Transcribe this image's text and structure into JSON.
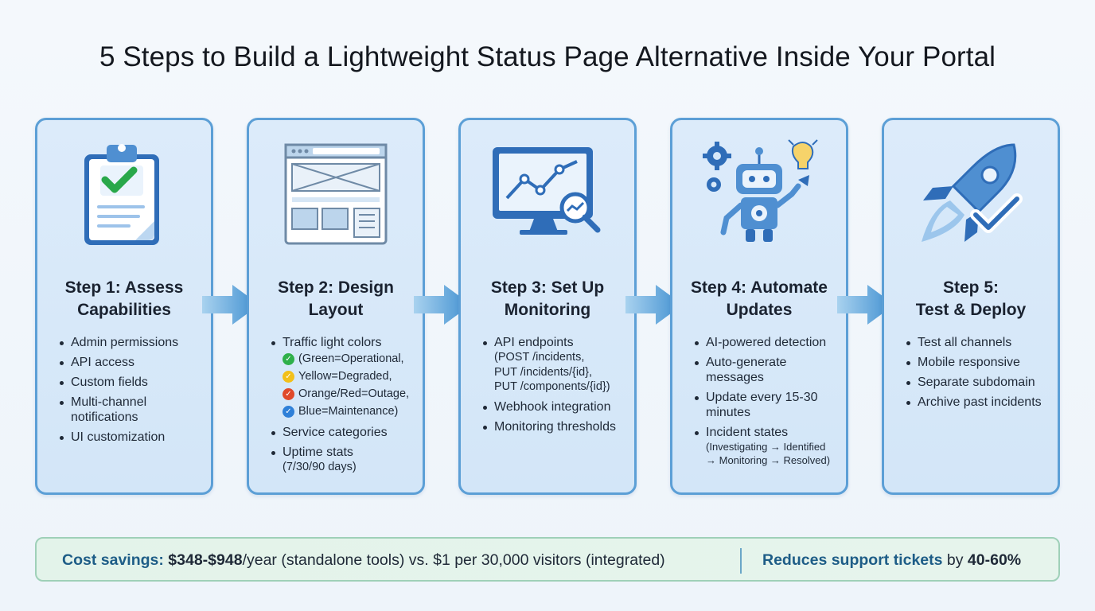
{
  "title": "5 Steps to Build a Lightweight Status Page Alternative Inside Your Portal",
  "steps": [
    {
      "heading_l1": "Step 1: Assess",
      "heading_l2": "Capabilities",
      "icon": "clipboard-check-icon",
      "items": [
        "Admin permissions",
        "API access",
        "Custom fields",
        "Multi-channel notifications",
        "UI customization"
      ]
    },
    {
      "heading_l1": "Step 2: Design",
      "heading_l2": "Layout",
      "icon": "layout-wireframe-icon",
      "items": {
        "traffic": "Traffic light colors",
        "green": "(Green=Operational,",
        "yellow": "Yellow=Degraded,",
        "red": "Orange/Red=Outage,",
        "blue": "Blue=Maintenance)",
        "categories": "Service categories",
        "uptime": "Uptime stats",
        "uptime_sub": "(7/30/90 days)"
      }
    },
    {
      "heading_l1": "Step 3: Set Up",
      "heading_l2": "Monitoring",
      "icon": "monitor-chart-icon",
      "items": {
        "api": "API endpoints",
        "api_1": "(POST /incidents,",
        "api_2": "PUT /incidents/{id},",
        "api_3": "PUT /components/{id})",
        "webhook": "Webhook integration",
        "thresholds": "Monitoring thresholds"
      }
    },
    {
      "heading_l1": "Step 4: Automate",
      "heading_l2": "Updates",
      "icon": "robot-gears-icon",
      "items": {
        "ai": "AI-powered detection",
        "auto": "Auto-generate messages",
        "update": "Update every 15-30 minutes",
        "states": "Incident states",
        "states_1": "(Investigating → Identified",
        "states_2": "→ Monitoring → Resolved)"
      }
    },
    {
      "heading_l1": "Step 5:",
      "heading_l2": "Test & Deploy",
      "icon": "rocket-check-icon",
      "items": [
        "Test all channels",
        "Mobile responsive",
        "Separate subdomain",
        "Archive past incidents"
      ]
    }
  ],
  "footer": {
    "cost_label": "Cost savings:",
    "cost_amount": "$348-$948",
    "cost_rest": "/year (standalone tools) vs. $1 per 30,000 visitors (integrated)",
    "reduces_label": "Reduces support tickets",
    "reduces_rest": " by ",
    "reduces_value": "40-60%"
  },
  "colors": {
    "card_border": "#5c9fd6",
    "card_fill": "#d6e8f9",
    "arrow": "#4a9bd4",
    "footer_fill": "#e4f3eb",
    "footer_border": "#9fd0b8",
    "status_green": "#2fb04a",
    "status_yellow": "#f2c01a",
    "status_red": "#e0492a",
    "status_blue": "#2f80d8"
  }
}
